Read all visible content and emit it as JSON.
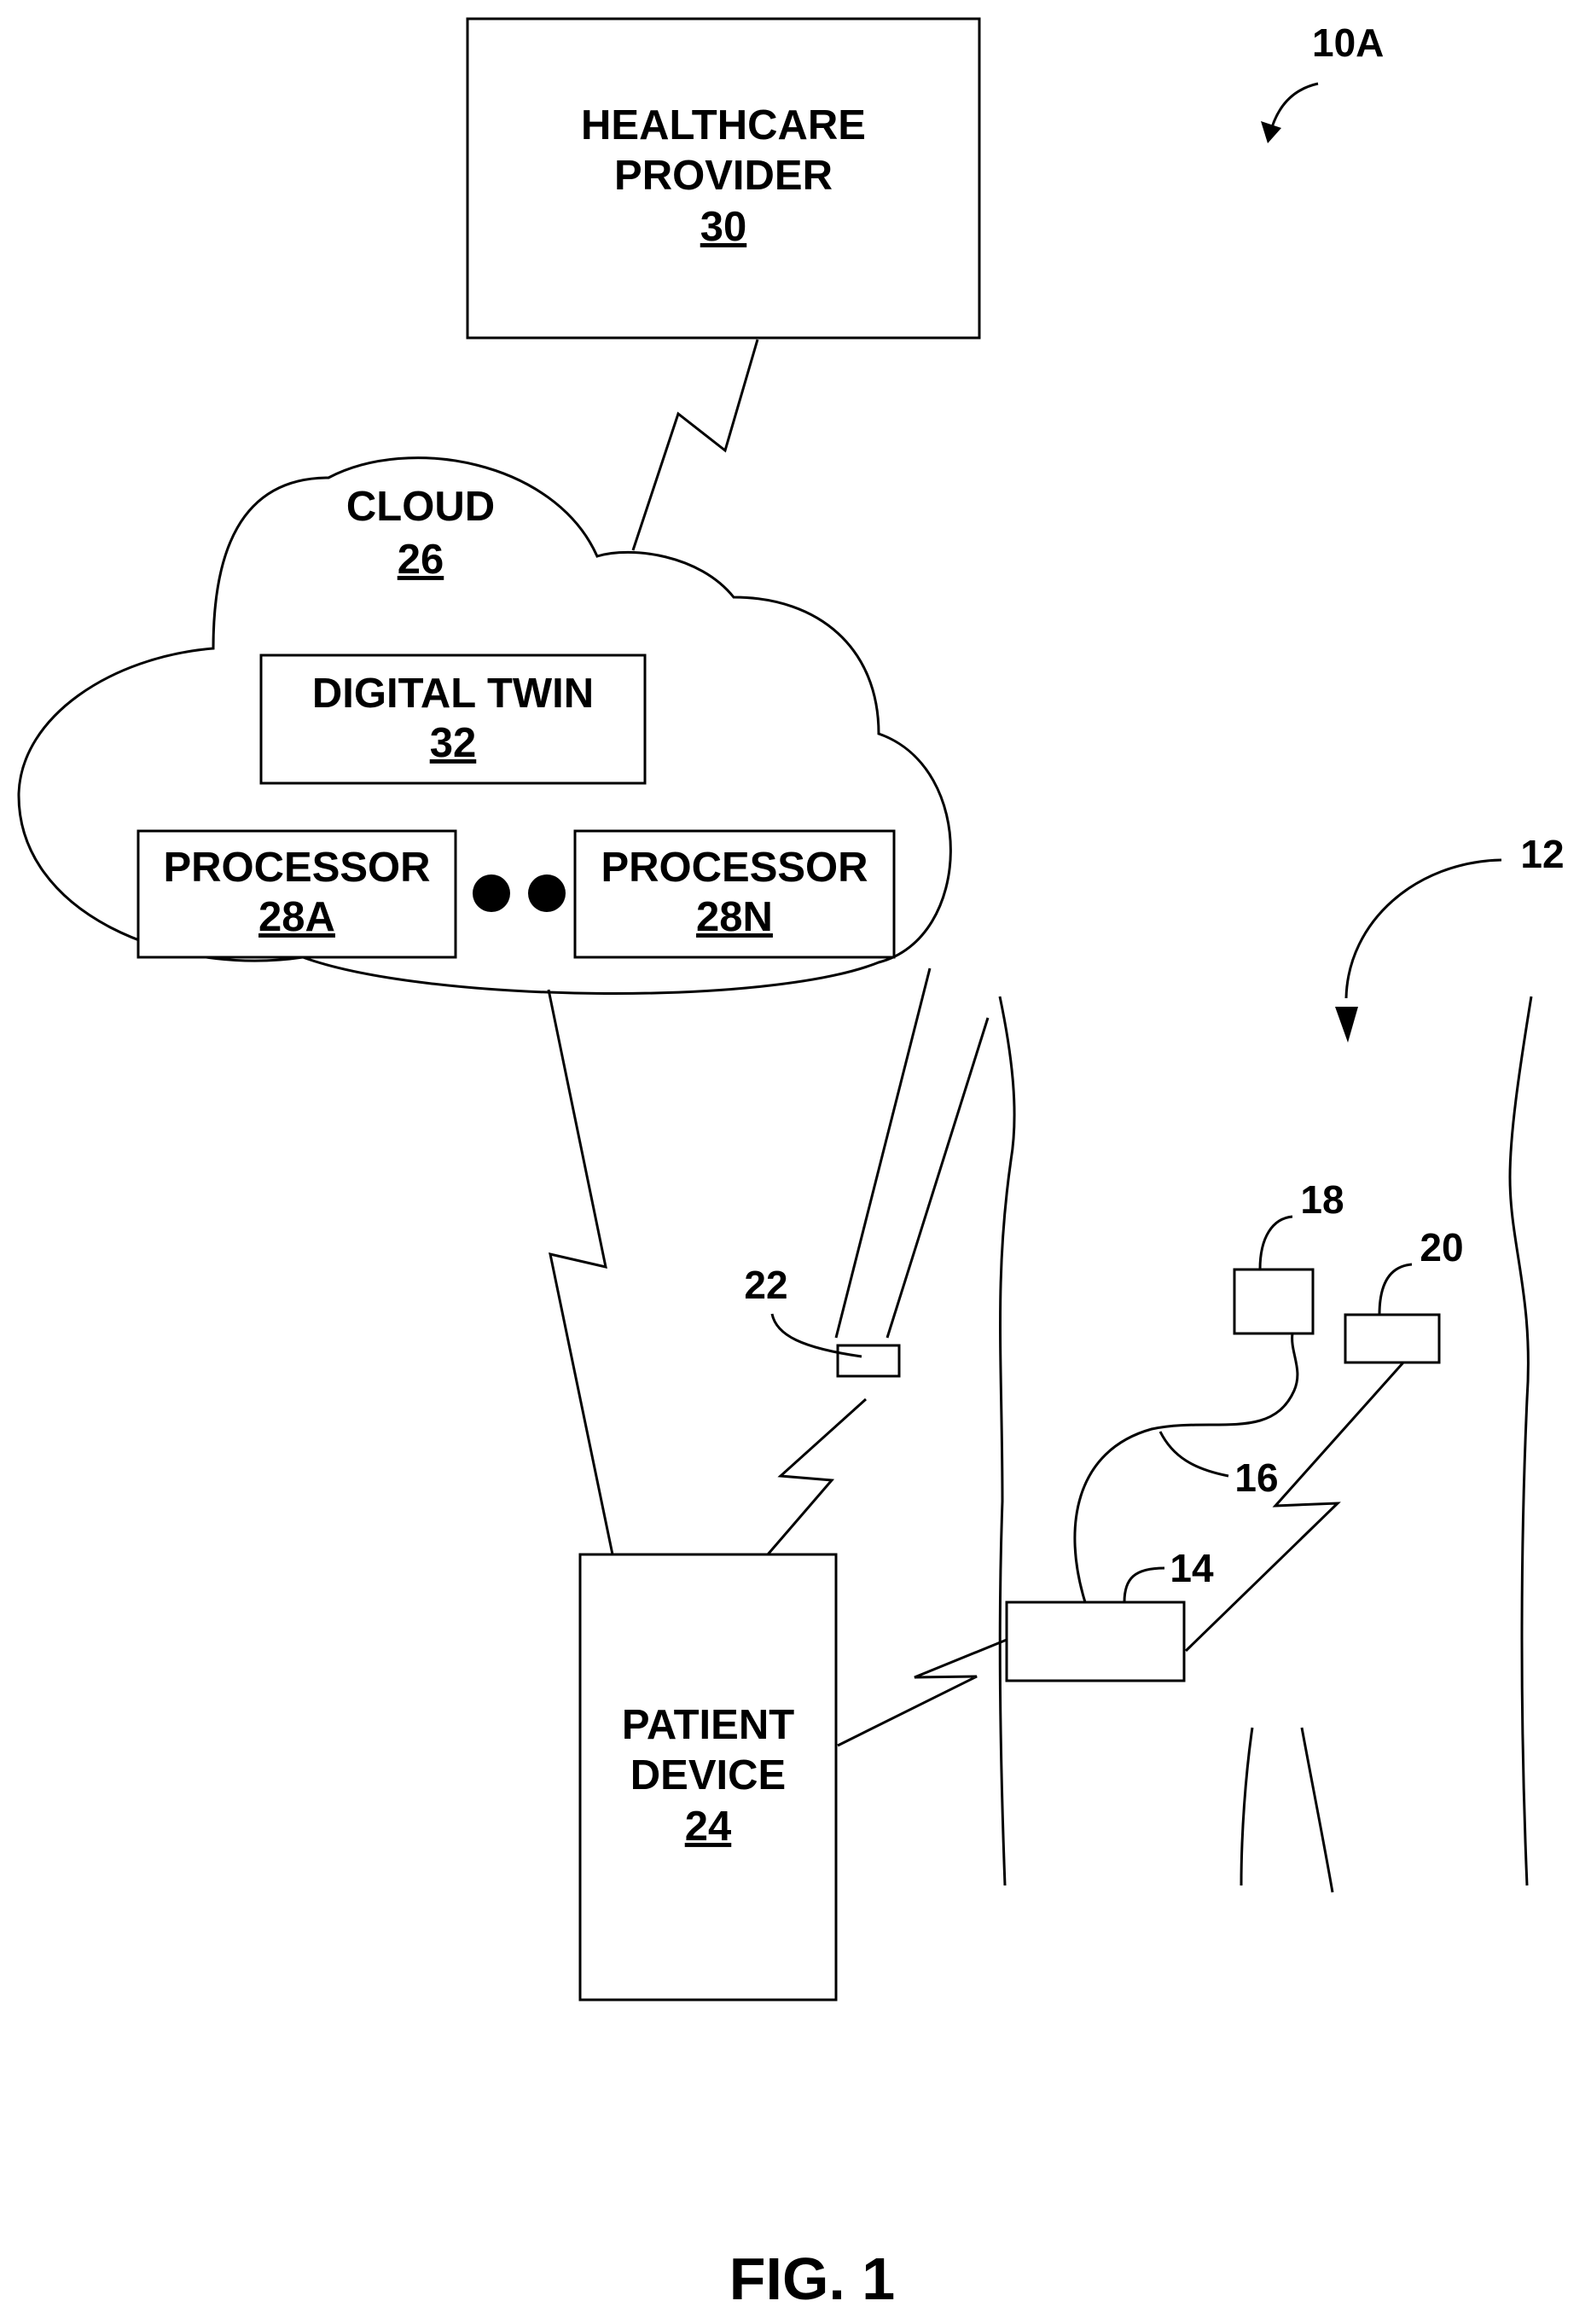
{
  "diagram_id": "10A",
  "healthcare_provider": {
    "line1": "HEALTHCARE",
    "line2": "PROVIDER",
    "ref": "30"
  },
  "cloud": {
    "label": "CLOUD",
    "ref": "26"
  },
  "digital_twin": {
    "label": "DIGITAL TWIN",
    "ref": "32"
  },
  "processor_a": {
    "label": "PROCESSOR",
    "ref": "28A"
  },
  "processor_n": {
    "label": "PROCESSOR",
    "ref": "28N"
  },
  "patient_device": {
    "line1": "PATIENT",
    "line2": "DEVICE",
    "ref": "24"
  },
  "callouts": {
    "patient": "12",
    "implant": "14",
    "lead": "16",
    "sensor_18": "18",
    "sensor_20": "20",
    "wearable": "22"
  },
  "figure_caption": "FIG. 1"
}
